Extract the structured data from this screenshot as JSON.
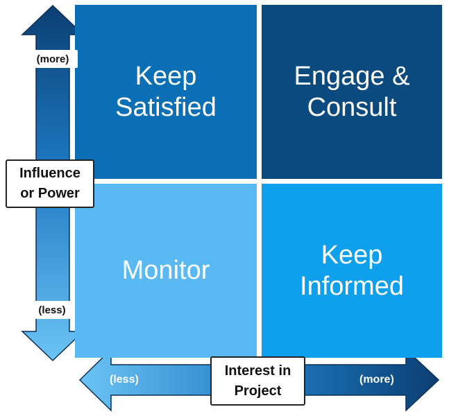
{
  "quadrants": {
    "top_left": {
      "line1": "Keep",
      "line2": "Satisfied"
    },
    "top_right": {
      "line1": "Engage &",
      "line2": "Consult"
    },
    "bottom_left": {
      "line1": "Monitor",
      "line2": ""
    },
    "bottom_right": {
      "line1": "Keep",
      "line2": "Informed"
    }
  },
  "y_axis": {
    "label_line1": "Influence",
    "label_line2": "or Power",
    "more": "(more)",
    "less": "(less)"
  },
  "x_axis": {
    "label_line1": "Interest in",
    "label_line2": "Project",
    "more": "(more)",
    "less": "(less)"
  },
  "colors": {
    "top_left": "#0b6fb5",
    "top_right": "#0b4a7f",
    "bottom_left": "#5ab8f2",
    "bottom_right": "#0ea0ec",
    "arrow_dark": "#0b3f73",
    "arrow_light": "#5fbcf2"
  }
}
